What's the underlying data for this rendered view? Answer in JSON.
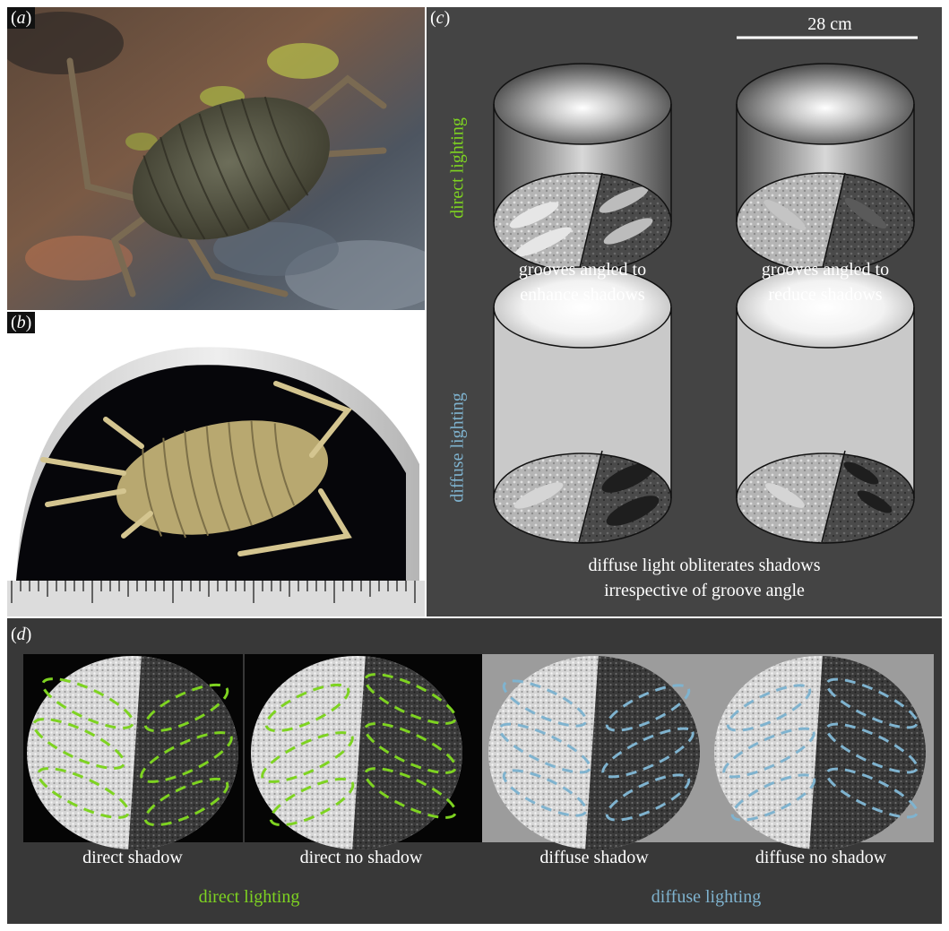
{
  "panels": {
    "a": {
      "label": "a"
    },
    "b": {
      "label": "b"
    },
    "c": {
      "label": "c",
      "scale_bar": "28 cm",
      "row_labels": {
        "direct": "direct lighting",
        "diffuse": "diffuse lighting"
      },
      "captions": {
        "enhance": [
          "grooves angled to",
          "enhance shadows"
        ],
        "reduce": [
          "grooves angled to",
          "reduce shadows"
        ],
        "diffuse": [
          "diffuse light obliterates shadows",
          "irrespective of groove angle"
        ]
      }
    },
    "d": {
      "label": "d",
      "photo_captions": [
        "direct shadow",
        "direct no shadow",
        "diffuse shadow",
        "diffuse no shadow"
      ],
      "group_labels": {
        "direct": "direct lighting",
        "diffuse": "diffuse lighting"
      }
    }
  },
  "colors": {
    "direct": "#7ed321",
    "diffuse": "#7fb3cf",
    "panel_bg": "#444444",
    "panel_d_bg": "#383838"
  }
}
